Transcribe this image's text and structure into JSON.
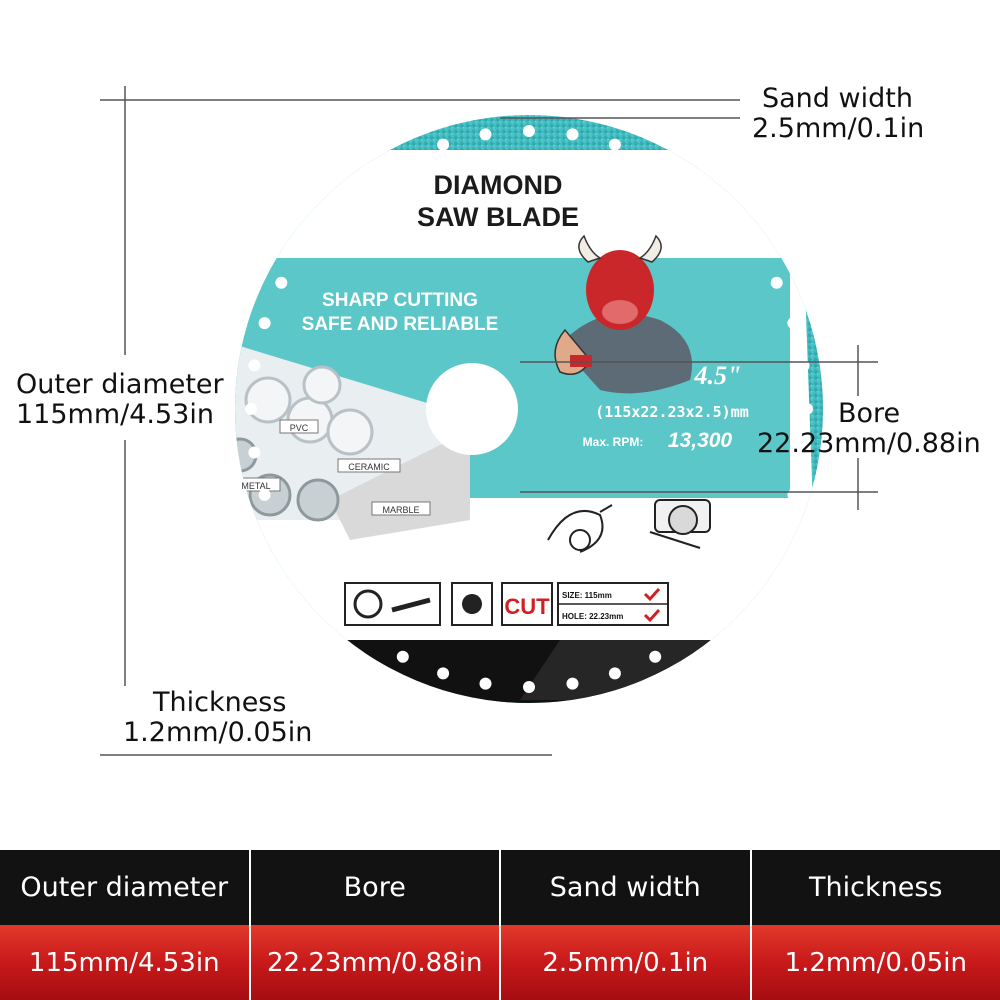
{
  "blade": {
    "title_line1": "DIAMOND",
    "title_line2": "SAW BLADE",
    "tagline_line1": "SHARP CUTTING",
    "tagline_line2": "SAFE AND RELIABLE",
    "size_badge": "4.5\"",
    "spec": "(115x22.23x2.5)mm",
    "rpm_label": "Max. RPM:",
    "rpm_value": "13,300",
    "materials": [
      "PVC",
      "CERAMIC",
      "METAL",
      "MARBLE"
    ],
    "cut_label": "CUT",
    "size_check": "SIZE: 115mm",
    "hole_check": "HOLE: 22.23mm",
    "colors": {
      "rim": "#3dbcc0",
      "panel": "#5cc7c9",
      "accent": "#d11f22"
    }
  },
  "callouts": {
    "sand_width_label": "Sand width",
    "sand_width_value": "2.5mm/0.1in",
    "outer_label": "Outer diameter",
    "outer_value": "115mm/4.53in",
    "bore_label": "Bore",
    "bore_value": "22.23mm/0.88in",
    "thickness_label": "Thickness",
    "thickness_value": "1.2mm/0.05in"
  },
  "spec_table": {
    "headers": [
      "Outer diameter",
      "Bore",
      "Sand width",
      "Thickness"
    ],
    "values": [
      "115mm/4.53in",
      "22.23mm/0.88in",
      "2.5mm/0.1in",
      "1.2mm/0.05in"
    ]
  }
}
